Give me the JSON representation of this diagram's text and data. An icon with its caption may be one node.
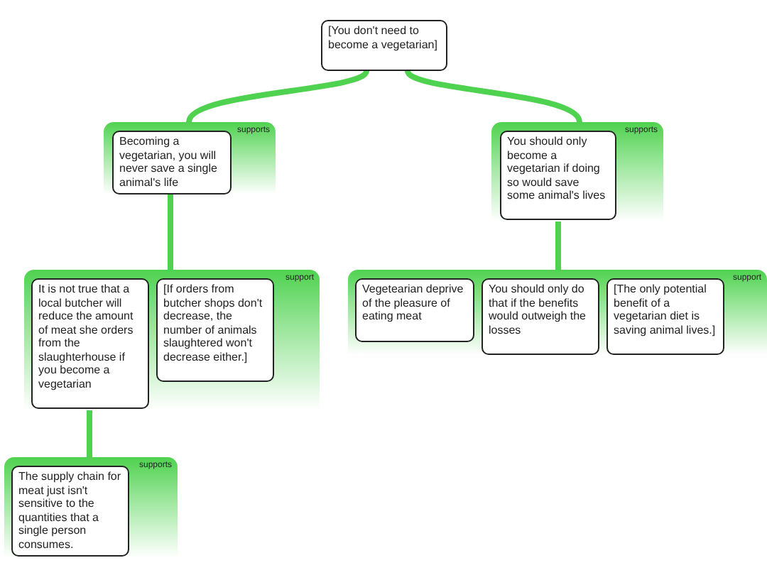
{
  "diagram": {
    "nodes": [
      {
        "text": [
          "[You don't need to become a vegetarian]"
        ]
      },
      {
        "text": [
          "supports"
        ]
      },
      {
        "text": [
          "Becoming a vegetarian, you will never save a single animal's life"
        ],
        "in": 1
      },
      {
        "text": [
          "supports"
        ]
      },
      {
        "text": [
          "You should only become a vegetarian if doing so would save some animal's lives"
        ],
        "in": 3
      },
      {
        "text": [
          "support"
        ]
      },
      {
        "text": [
          "It is not true that a local butcher will reduce the amount of meat she orders from the slaughterhouse if you become a vegetarian"
        ],
        "in": 5
      },
      {
        "text": [
          "[If orders from butcher shops don't decrease, the number of animals slaughtered won't decrease either.]"
        ],
        "in": 5
      },
      {
        "text": [
          "support"
        ]
      },
      {
        "text": [
          "Vegetearian deprive of the pleasure of eating meat"
        ],
        "in": 8
      },
      {
        "text": [
          "You should only do that if the benefits would outweigh the losses"
        ],
        "in": 8
      },
      {
        "text": [
          "[The only potential benefit of a vegetarian diet is saving animal lives.]"
        ],
        "in": 8
      },
      {
        "text": [
          "supports"
        ]
      },
      {
        "text": [
          "The supply chain for meat just isn't sensitive to the quantities that a single person consumes."
        ],
        "in": 12
      }
    ],
    "edges": [
      {
        "from": 1,
        "to": 0,
        "arrow": "none"
      },
      {
        "from": 3,
        "to": 0,
        "arrow": "none"
      },
      {
        "from": 5,
        "to": 2,
        "arrow": "none"
      },
      {
        "from": 8,
        "to": 4,
        "arrow": "none"
      },
      {
        "from": 12,
        "to": 6,
        "arrow": "none"
      }
    ]
  }
}
